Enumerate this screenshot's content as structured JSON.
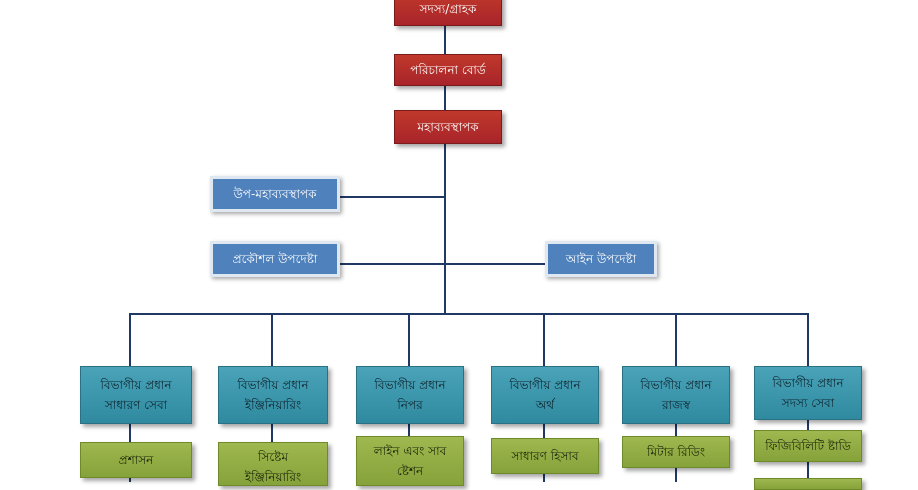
{
  "top": {
    "member": "সদস্য/গ্রাহক",
    "board": "পরিচালনা বোর্ড",
    "gm": "মহাব্যবস্থাপক"
  },
  "advisors": {
    "deputy_gm": "উপ-মহাব্যবস্থাপক",
    "engineering_advisor": "প্রকৌশল উপদেষ্টা",
    "legal_advisor": "আইন উপদেষ্টা"
  },
  "departments": [
    {
      "line1": "বিভাগীয় প্রধান",
      "line2": "সাধারণ সেবা",
      "sub1": "প্রশাসন",
      "sub2": ""
    },
    {
      "line1": "বিভাগীয় প্রধান",
      "line2": "ইঞ্জিনিয়ারিং",
      "sub1": "সিষ্টেম",
      "sub2": "ইঞ্জিনিয়ারিং"
    },
    {
      "line1": "বিভাগীয় প্রধান",
      "line2": "নিপর",
      "sub1": "লাইন এবং সাব",
      "sub2": "ষ্টেশন"
    },
    {
      "line1": "বিভাগীয় প্রধান",
      "line2": "অর্থ",
      "sub1": "সাধারণ হিসাব",
      "sub2": ""
    },
    {
      "line1": "বিভাগীয় প্রধান",
      "line2": "রাজস্ব",
      "sub1": "মিটার রিডিং",
      "sub2": ""
    },
    {
      "line1": "বিভাগীয় প্রধান",
      "line2": "সদস্য সেবা",
      "sub1": "ফিজিবিলিটি ষ্টাডি",
      "sub2": ""
    }
  ],
  "colors": {
    "line": "#1f3864",
    "top_box": "#a8242a",
    "advisor_box": "#4f81bd",
    "department_box": "#3696ac",
    "section_box": "#8fab42"
  }
}
